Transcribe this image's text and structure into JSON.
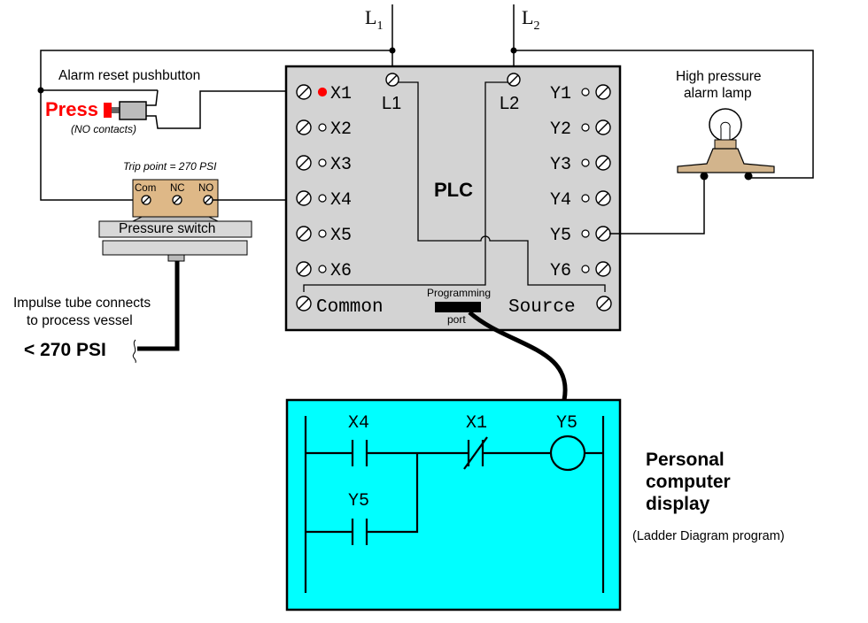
{
  "colors": {
    "plc_body": "#d3d3d3",
    "ladder_screen": "#00ffff",
    "switch_body": "#deb887",
    "lamp_base": "#d2b48c",
    "press_text": "#ff0000",
    "active_dot": "#ff0000",
    "wire": "#000000"
  },
  "power": {
    "l1_main": "L",
    "l1_sub": "1",
    "l2_main": "L",
    "l2_sub": "2"
  },
  "pushbutton": {
    "title": "Alarm reset pushbutton",
    "press_label": "Press",
    "contacts_note": "(NO contacts)"
  },
  "pressure_switch": {
    "trip_point": "Trip point = 270 PSI",
    "terminals": [
      "Com",
      "NC",
      "NO"
    ],
    "label": "Pressure switch"
  },
  "impulse": {
    "line1": "Impulse tube connects",
    "line2": "to process vessel",
    "pressure": "< 270 PSI"
  },
  "plc": {
    "title": "PLC",
    "inputs": [
      "X1",
      "X2",
      "X3",
      "X4",
      "X5",
      "X6"
    ],
    "outputs": [
      "Y1",
      "Y2",
      "Y3",
      "Y4",
      "Y5",
      "Y6"
    ],
    "power_terminals": [
      "L1",
      "L2"
    ],
    "common_label": "Common",
    "source_label": "Source",
    "port_line1": "Programming",
    "port_line2": "port"
  },
  "lamp": {
    "line1": "High pressure",
    "line2": "alarm lamp"
  },
  "ladder": {
    "contact_x4": "X4",
    "contact_x1": "X1",
    "coil_y5": "Y5",
    "seal_in_y5": "Y5"
  },
  "pc_display": {
    "line1": "Personal",
    "line2": "computer",
    "line3": "display",
    "caption": "(Ladder Diagram program)"
  }
}
